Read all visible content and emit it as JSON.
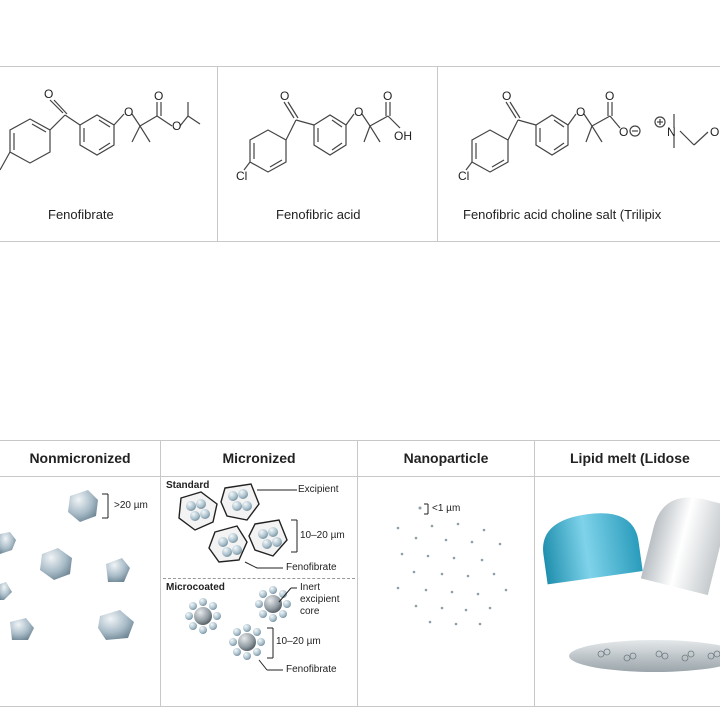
{
  "chemicals": {
    "fenofibrate": {
      "label": "Fenofibrate",
      "atom_o": "O"
    },
    "fenofibric_acid": {
      "label": "Fenofibric acid",
      "atom_cl": "Cl",
      "atom_o": "O",
      "atom_oh": "OH"
    },
    "choline_salt": {
      "label": "Fenofibric acid choline salt (Trilipix",
      "atom_cl": "Cl",
      "atom_o": "O",
      "atom_n": "N",
      "atom_o_cut": "O"
    }
  },
  "formulations": {
    "nonmicronized": {
      "header": "Nonmicronized",
      "size_label": ">20 µm"
    },
    "micronized": {
      "header": "Micronized",
      "standard": {
        "title": "Standard",
        "excipient": "Excipient",
        "size": "10–20 µm",
        "drug": "Fenofibrate"
      },
      "microcoated": {
        "title": "Microcoated",
        "core_line1": "Inert",
        "core_line2": "excipient",
        "core_line3": "core",
        "size": "10–20 µm",
        "drug": "Fenofibrate"
      }
    },
    "nanoparticle": {
      "header": "Nanoparticle",
      "size_label": "<1 µm"
    },
    "lipid_melt": {
      "header": "Lipid melt (Lidose"
    }
  },
  "colors": {
    "border": "#c8c8c8",
    "capsule_blue": "#3fb0cf",
    "capsule_white": "#d9dde0",
    "particle": "#a9bcc8",
    "core": "#8f9aa1"
  }
}
